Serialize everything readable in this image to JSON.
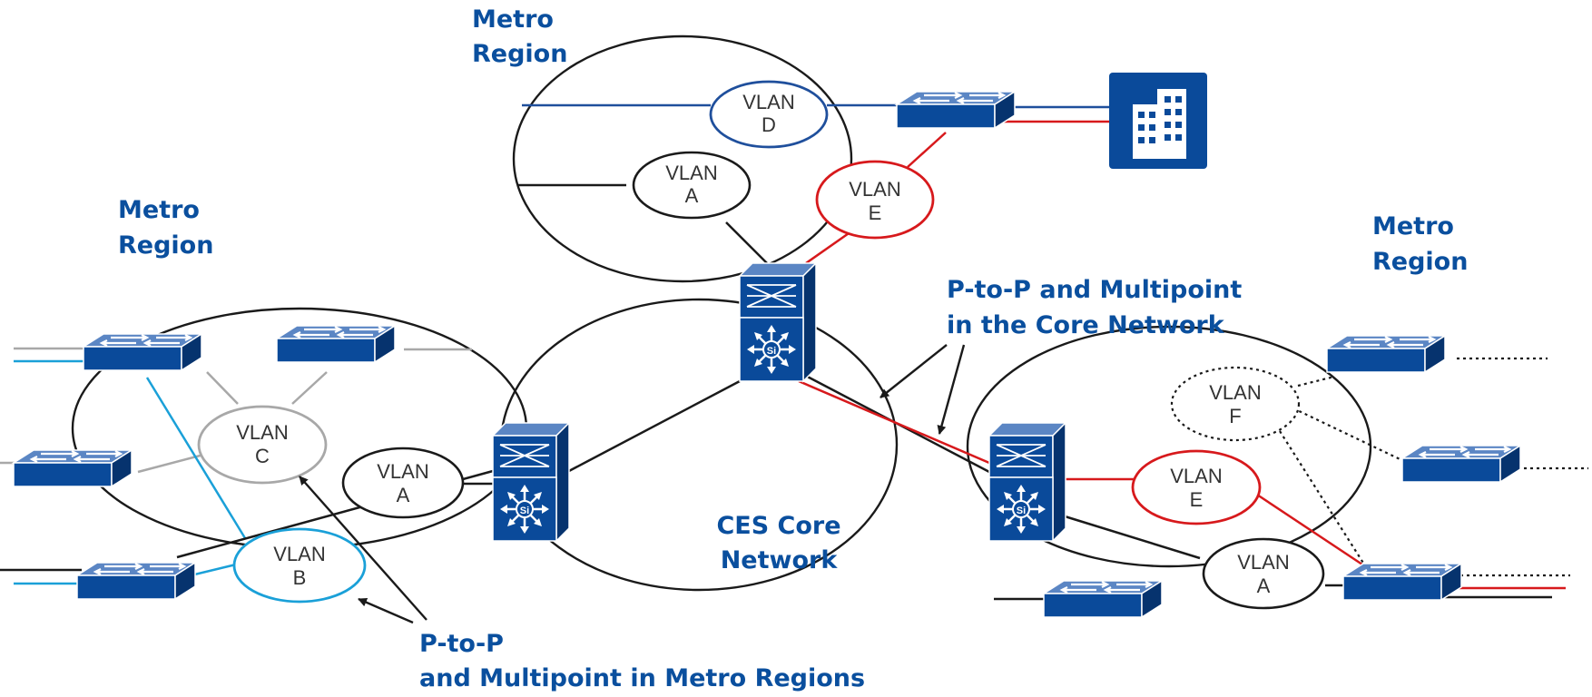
{
  "labels": {
    "metro_top_l1": "Metro",
    "metro_top_l2": "Region",
    "metro_left_l1": "Metro",
    "metro_left_l2": "Region",
    "metro_right_l1": "Metro",
    "metro_right_l2": "Region",
    "core_l1": "CES Core",
    "core_l2": "Network",
    "core_annot_l1": "P-to-P and Multipoint",
    "core_annot_l2": "in the Core Network",
    "metro_annot_l1": "P-to-P",
    "metro_annot_l2": "and Multipoint in Metro Regions"
  },
  "vlans": {
    "d": {
      "l1": "VLAN",
      "l2": "D"
    },
    "a_top": {
      "l1": "VLAN",
      "l2": "A"
    },
    "e_top": {
      "l1": "VLAN",
      "l2": "E"
    },
    "c": {
      "l1": "VLAN",
      "l2": "C"
    },
    "a_left": {
      "l1": "VLAN",
      "l2": "A"
    },
    "b": {
      "l1": "VLAN",
      "l2": "B"
    },
    "f": {
      "l1": "VLAN",
      "l2": "F"
    },
    "e_right": {
      "l1": "VLAN",
      "l2": "E"
    },
    "a_right": {
      "l1": "VLAN",
      "l2": "A"
    }
  },
  "core_switch_badge": "Si",
  "colors": {
    "label_blue": "#0a4f9e",
    "device_blue": "#0a4a9a",
    "vlan_red": "#d7191c",
    "vlan_blue": "#1f4f9c",
    "vlan_cyan": "#1aa0d8",
    "vlan_gray": "#a8a8a8",
    "line_black": "#1a1a1a"
  }
}
